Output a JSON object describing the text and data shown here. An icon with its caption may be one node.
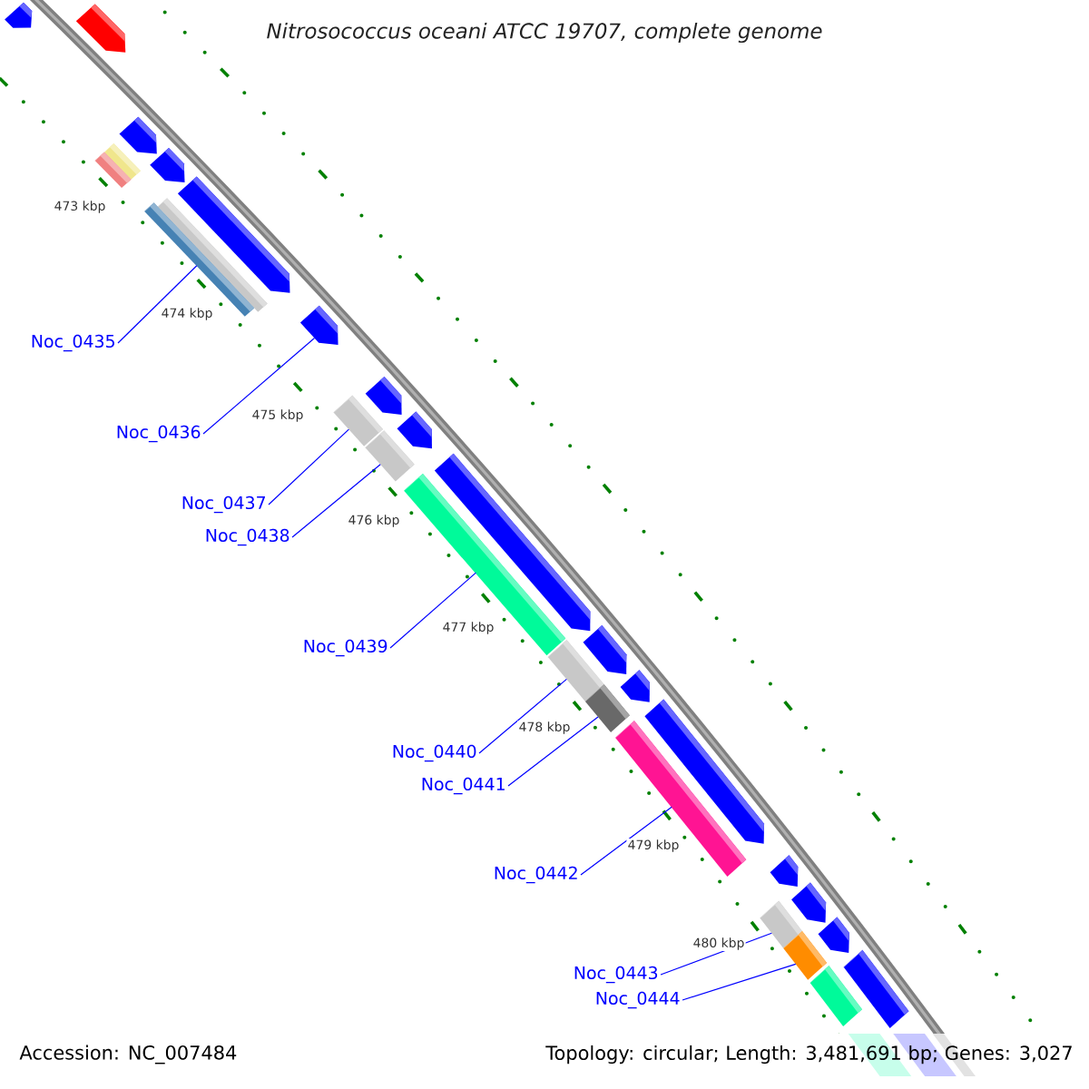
{
  "diagram": {
    "title": "Nitrosococcus oceani ATCC 19707, complete genome",
    "nodes": [
      {
        "text": [
          "Noc_0435"
        ]
      },
      {
        "text": [
          "Noc_0436"
        ]
      },
      {
        "text": [
          "Noc_0437"
        ]
      },
      {
        "text": [
          "Noc_0438"
        ]
      },
      {
        "text": [
          "Noc_0439"
        ]
      },
      {
        "text": [
          "Noc_0440"
        ]
      },
      {
        "text": [
          "Noc_0441"
        ]
      },
      {
        "text": [
          "Noc_0442"
        ]
      },
      {
        "text": [
          "Noc_0443"
        ]
      },
      {
        "text": [
          "Noc_0444"
        ]
      },
      {
        "text": [],
        "shape": "pentagon"
      },
      {
        "text": [],
        "shape": "pentagon"
      },
      {
        "text": [],
        "shape": "pentagon"
      },
      {
        "text": [],
        "shape": "bar"
      },
      {
        "text": [],
        "shape": "pentagon"
      },
      {
        "text": [],
        "shape": "bar"
      },
      {
        "text": [],
        "shape": "pentagon"
      },
      {
        "text": [],
        "shape": "pentagon"
      },
      {
        "text": [],
        "shape": "bar"
      },
      {
        "text": [],
        "shape": "pentagon"
      },
      {
        "text": [],
        "shape": "bar"
      },
      {
        "text": [],
        "shape": "pentagon"
      },
      {
        "text": [],
        "shape": "bar"
      },
      {
        "text": [],
        "shape": "pentagon"
      },
      {
        "text": [],
        "shape": "bar"
      },
      {
        "text": [],
        "shape": "pentagon"
      },
      {
        "text": [],
        "shape": "bar"
      },
      {
        "text": [],
        "shape": "pentagon"
      },
      {
        "text": [],
        "shape": "bar"
      },
      {
        "text": [],
        "shape": "pentagon"
      },
      {
        "text": [],
        "shape": "pentagon"
      },
      {
        "text": [],
        "shape": "bar"
      },
      {
        "text": [],
        "shape": "pentagon"
      },
      {
        "text": [],
        "shape": "bar"
      },
      {
        "text": [],
        "shape": "pentagon"
      },
      {
        "text": [],
        "shape": "bar"
      },
      {
        "text": [],
        "shape": "bar"
      }
    ],
    "edges": [
      {
        "from": 0,
        "to": 15,
        "arrow": "none"
      },
      {
        "from": 1,
        "to": 17,
        "arrow": "none"
      },
      {
        "from": 2,
        "to": 18,
        "arrow": "none"
      },
      {
        "from": 3,
        "to": 20,
        "arrow": "none"
      },
      {
        "from": 4,
        "to": 22,
        "arrow": "none"
      },
      {
        "from": 5,
        "to": 24,
        "arrow": "none"
      },
      {
        "from": 6,
        "to": 26,
        "arrow": "none"
      },
      {
        "from": 7,
        "to": 28,
        "arrow": "none"
      },
      {
        "from": 8,
        "to": 31,
        "arrow": "none"
      },
      {
        "from": 9,
        "to": 33,
        "arrow": "none"
      }
    ],
    "labels": [
      "473 kbp",
      "474 kbp",
      "475 kbp",
      "476 kbp",
      "477 kbp",
      "478 kbp",
      "479 kbp",
      "480 kbp",
      "Accession: NC_007484",
      "Topology: circular; Length: 3,481,691 bp; Genes: 3,027"
    ]
  }
}
